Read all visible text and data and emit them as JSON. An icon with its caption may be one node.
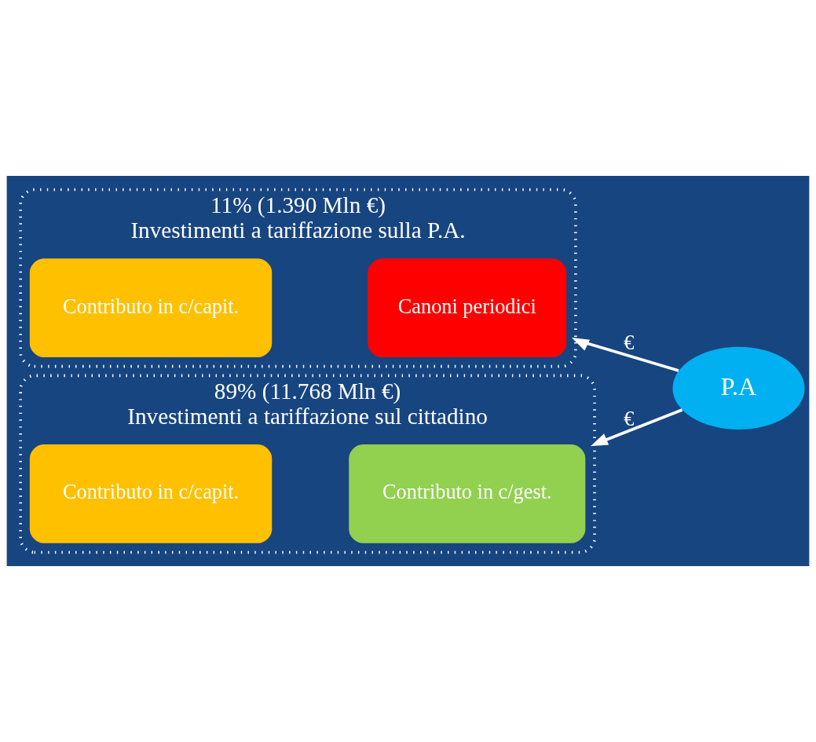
{
  "diagram": {
    "nodes": [
      {
        "text": [
          "11% (1.390 Mln €)",
          "Investimenti a tariffazione sulla P.A."
        ]
      },
      {
        "text": [
          "Contributo in c/capit."
        ],
        "in": 0
      },
      {
        "text": [
          "Canoni periodici"
        ],
        "in": 0
      },
      {
        "text": [
          "89% (11.768 Mln €)",
          "Investimenti a tariffazione sul cittadino"
        ]
      },
      {
        "text": [
          "Contributo in c/capit."
        ],
        "in": 3
      },
      {
        "text": [
          "Contributo in c/gest."
        ],
        "in": 3
      },
      {
        "text": [
          "P.A"
        ]
      }
    ],
    "edges": [
      {
        "from": 6,
        "to": 0,
        "arrow": "to",
        "label": "€"
      },
      {
        "from": 6,
        "to": 3,
        "arrow": "to",
        "label": "€"
      }
    ]
  }
}
